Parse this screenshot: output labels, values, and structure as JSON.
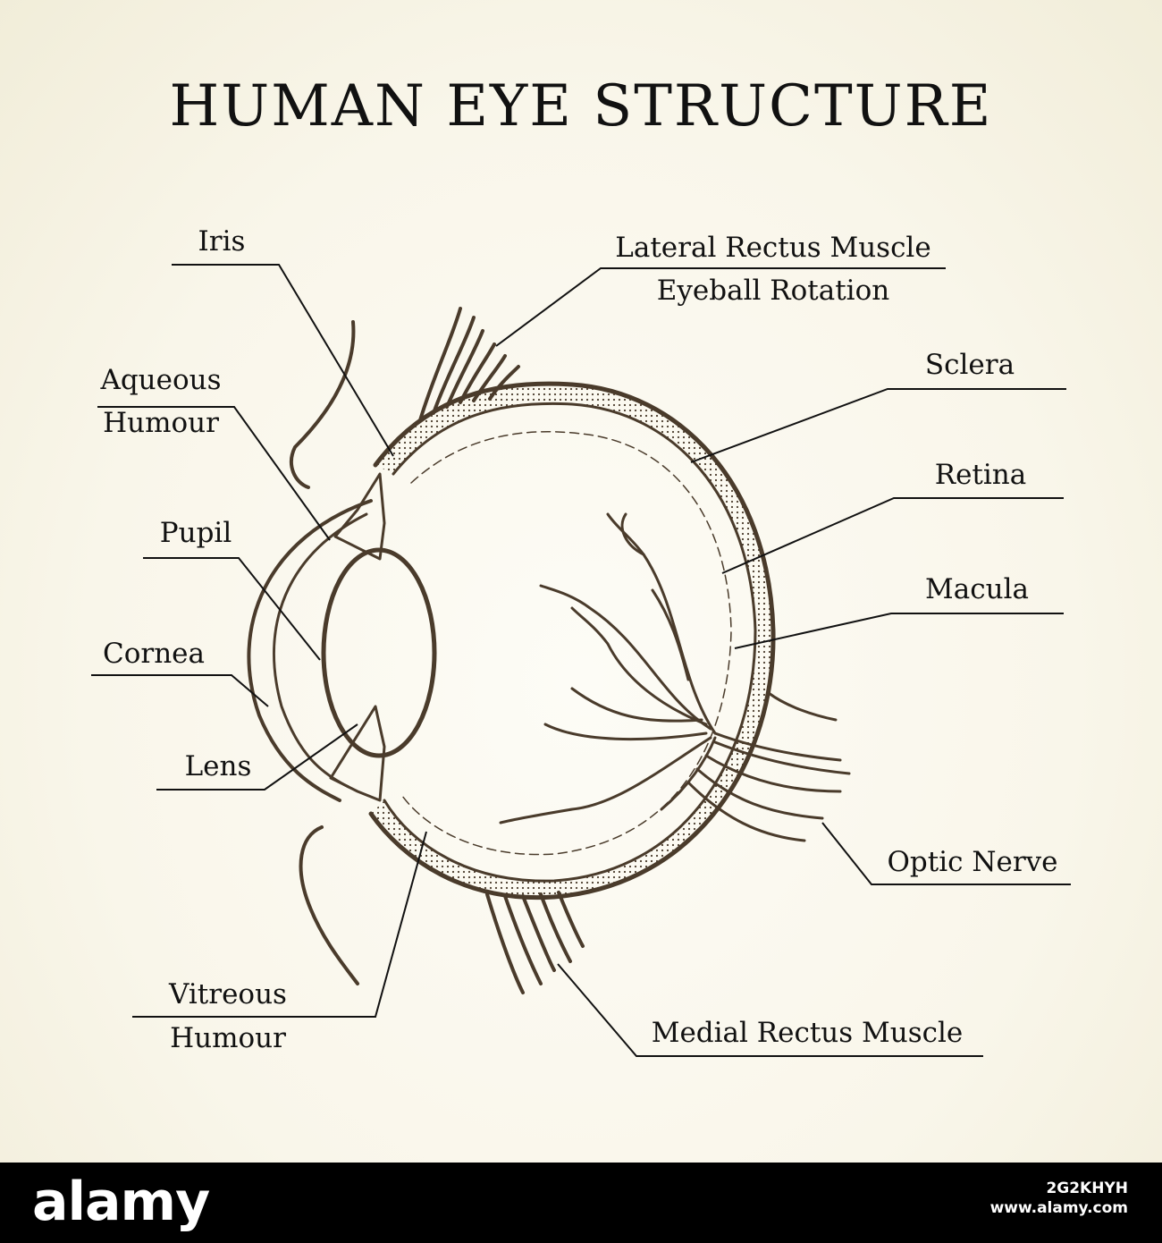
{
  "title": "HUMAN EYE STRUCTURE",
  "labels": {
    "iris": "Iris",
    "lateral_rectus": "Lateral Rectus Muscle",
    "eyeball_rotation": "Eyeball Rotation",
    "aqueous_line1": "Aqueous",
    "aqueous_line2": "Humour",
    "sclera": "Sclera",
    "retina": "Retina",
    "pupil": "Pupil",
    "macula": "Macula",
    "cornea": "Cornea",
    "lens": "Lens",
    "optic_nerve": "Optic Nerve",
    "vitreous_line1": "Vitreous",
    "vitreous_line2": "Humour",
    "medial_rectus": "Medial Rectus Muscle"
  },
  "watermark": {
    "logo": "alamy",
    "image_id": "2G2KHYH",
    "site": "www.alamy.com"
  },
  "colors": {
    "ink": "#111111",
    "eye_stroke": "#4a3b2b",
    "background": "#f9f6ea",
    "watermark_bar": "#000000"
  }
}
